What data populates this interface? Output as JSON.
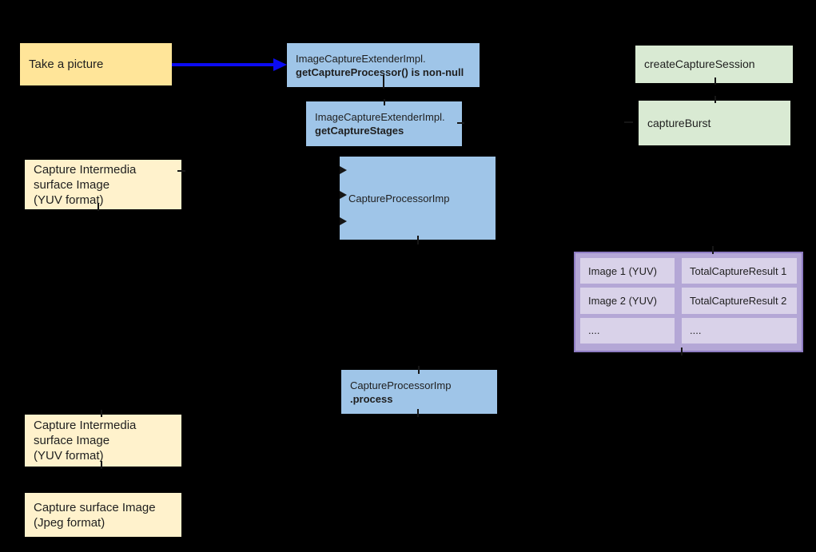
{
  "diagram": {
    "colors": {
      "background": "#000000",
      "action_yellow": "#FFE599",
      "surface_cream": "#FFF2CC",
      "impl_blue": "#9FC5E8",
      "session_green": "#D9EAD3",
      "table_purple": "#B4A7D6",
      "table_cell_purple": "#D9D2E9",
      "arrow_blue": "#0B0BF2"
    },
    "nodes": {
      "take_a_picture": {
        "label": "Take a picture"
      },
      "get_capture_processor": {
        "line1": "ImageCaptureExtenderImpl.",
        "line2": "getCaptureProcessor() is non-null"
      },
      "get_capture_stages": {
        "line1": "ImageCaptureExtenderImpl.",
        "line2": "getCaptureStages"
      },
      "capture_intermedia_top": {
        "line1": "Capture Intermedia",
        "line2": "surface Image",
        "line3": "(YUV format)"
      },
      "capture_processor_imp": {
        "label": "CaptureProcessorImp"
      },
      "create_capture_session": {
        "label": "createCaptureSession"
      },
      "capture_burst": {
        "label": "captureBurst"
      },
      "capture_processor_process": {
        "line1": "CaptureProcessorImp",
        "line2": ".process"
      },
      "capture_intermedia_bottom": {
        "line1": "Capture Intermedia",
        "line2": "surface Image",
        "line3": "(YUV format)"
      },
      "capture_surface_jpeg": {
        "line1": "Capture surface Image",
        "line2": "(Jpeg format)"
      }
    },
    "result_table": {
      "rows": [
        {
          "image": "Image 1 (YUV)",
          "result": "TotalCaptureResult 1"
        },
        {
          "image": "Image 2 (YUV)",
          "result": "TotalCaptureResult 2"
        },
        {
          "image": "....",
          "result": "...."
        }
      ]
    }
  }
}
